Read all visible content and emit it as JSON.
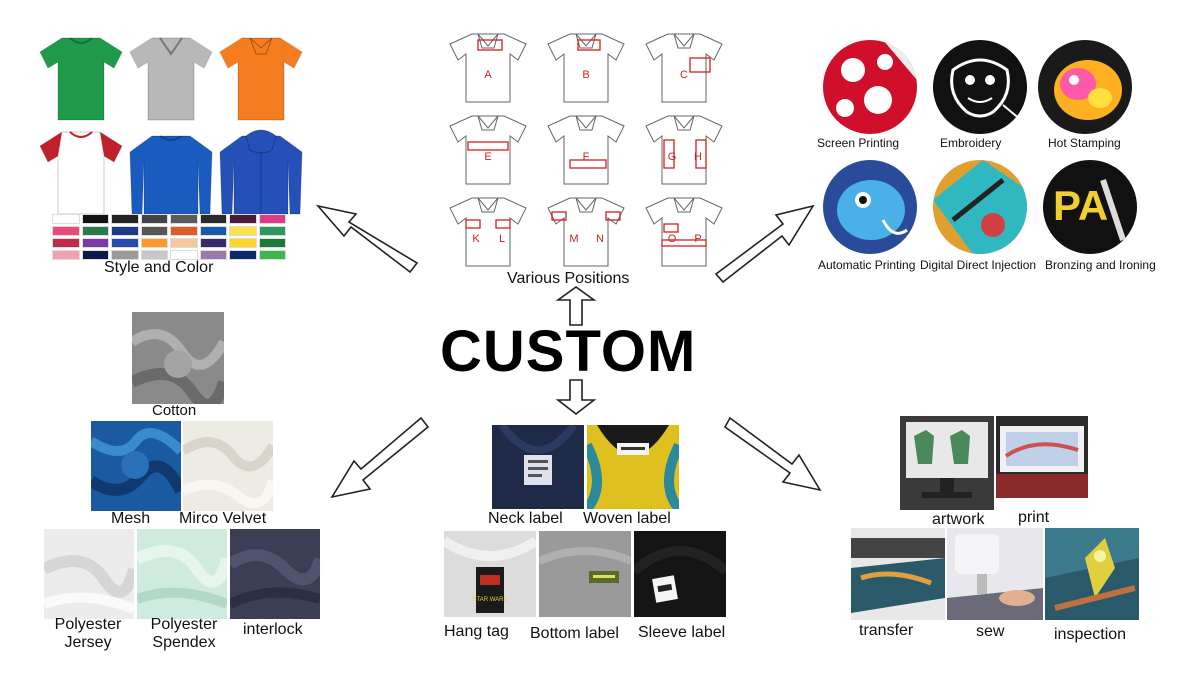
{
  "title": "CUSTOM",
  "style": {
    "label": "Style and Color",
    "shirts": [
      {
        "kind": "tee",
        "color": "#1e9a4a"
      },
      {
        "kind": "vneck",
        "color": "#b8b8b8"
      },
      {
        "kind": "polo",
        "color": "#f57c1f"
      },
      {
        "kind": "raglan",
        "color": "#ffffff",
        "sleeve": "#c0202a"
      },
      {
        "kind": "sweat",
        "color": "#1a5bbf"
      },
      {
        "kind": "hoodie",
        "color": "#2450b8"
      }
    ],
    "swatches": [
      "#ffffff",
      "#111111",
      "#222222",
      "#444444",
      "#5a5a5a",
      "#2a2a2a",
      "#4a1a3a",
      "#e03a8a",
      "#e84a7a",
      "#2a7a4a",
      "#1a3a8a",
      "#555555",
      "#e05a2a",
      "#1a5aaa",
      "#ffe04a",
      "#2a9a5a",
      "#c02a4a",
      "#7a3aaa",
      "#2a4ab0",
      "#ff9a2a",
      "#f5c9a0",
      "#3a2a6a",
      "#ffd52a",
      "#1a7a3a",
      "#f5a0b0",
      "#0a1a4a",
      "#9a9a9a",
      "#c8c8c8",
      "#ffffff",
      "#9a7aaa",
      "#0a2a6a",
      "#3aba4a"
    ]
  },
  "positions": {
    "label": "Various Positions",
    "items": [
      {
        "letters": [
          "A"
        ]
      },
      {
        "letters": [
          "B"
        ]
      },
      {
        "letters": [
          "C"
        ]
      },
      {
        "letters": [
          "E"
        ]
      },
      {
        "letters": [
          "F"
        ]
      },
      {
        "letters": [
          "G",
          "H"
        ]
      },
      {
        "letters": [
          "K",
          "L"
        ]
      },
      {
        "letters": [
          "M",
          "N"
        ]
      },
      {
        "letters": [
          "O",
          "P"
        ]
      }
    ]
  },
  "methods": [
    {
      "label": "Screen Printing",
      "colors": [
        "#d0102a",
        "#ffffff"
      ]
    },
    {
      "label": "Embroidery",
      "colors": [
        "#111111",
        "#ffffff"
      ]
    },
    {
      "label": "Hot Stamping",
      "colors": [
        "#ffb020",
        "#c02080"
      ]
    },
    {
      "label": "Automatic Printing",
      "colors": [
        "#3aa0e0",
        "#2a4a9a"
      ]
    },
    {
      "label": "Digital Direct Injection",
      "colors": [
        "#30c0c0",
        "#e0a030"
      ]
    },
    {
      "label": "Bronzing and Ironing",
      "colors": [
        "#111111",
        "#f0d030"
      ]
    }
  ],
  "fabrics": [
    {
      "label": "Cotton",
      "color": "#8a8a8a"
    },
    {
      "label": "Mesh",
      "color": "#1a5aa0"
    },
    {
      "label": "Mirco Velvet",
      "color": "#ecebe4"
    },
    {
      "label": "Polyester\nJersey",
      "color": "#ececec"
    },
    {
      "label": "Polyester\nSpendex",
      "color": "#cfeade"
    },
    {
      "label": "interlock",
      "color": "#3c3e56"
    }
  ],
  "labels": [
    {
      "label": "Neck label",
      "color": "#1e2a48"
    },
    {
      "label": "Woven label",
      "color": "#e0c020"
    },
    {
      "label": "Hang tag",
      "color": "#d8d8d8"
    },
    {
      "label": "Bottom label",
      "color": "#9a9a9a"
    },
    {
      "label": "Sleeve label",
      "color": "#111111"
    }
  ],
  "process": [
    {
      "label": "artwork"
    },
    {
      "label": "print"
    },
    {
      "label": "transfer"
    },
    {
      "label": "sew"
    },
    {
      "label": "inspection"
    }
  ],
  "tag_texts": {
    "starwars": "STAR WARS"
  }
}
